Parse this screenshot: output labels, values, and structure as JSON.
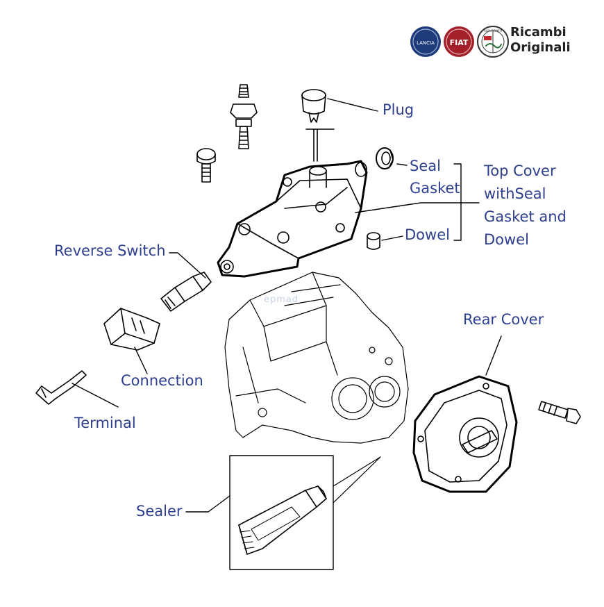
{
  "brand": {
    "logos": [
      "LANCIA",
      "FIAT",
      "ALFA ROMEO"
    ],
    "text_line1": "Ricambi",
    "text_line2": "Originali"
  },
  "labels": {
    "plug": "Plug",
    "seal": "Seal",
    "gasket": "Gasket",
    "dowel": "Dowel",
    "top_cover_line1": "Top Cover",
    "top_cover_line2": "withSeal",
    "top_cover_line3": "Gasket and",
    "top_cover_line4": "Dowel",
    "reverse_switch": "Reverse Switch",
    "connection": "Connection",
    "terminal": "Terminal",
    "rear_cover": "Rear Cover",
    "sealer": "Sealer"
  },
  "colors": {
    "label_text": "#2e3f8f",
    "line_art": "#000000",
    "lancia_logo": "#1d3a7a",
    "fiat_logo": "#a3202a",
    "alfa_logo": "#c0262c"
  },
  "watermark": "epmad"
}
